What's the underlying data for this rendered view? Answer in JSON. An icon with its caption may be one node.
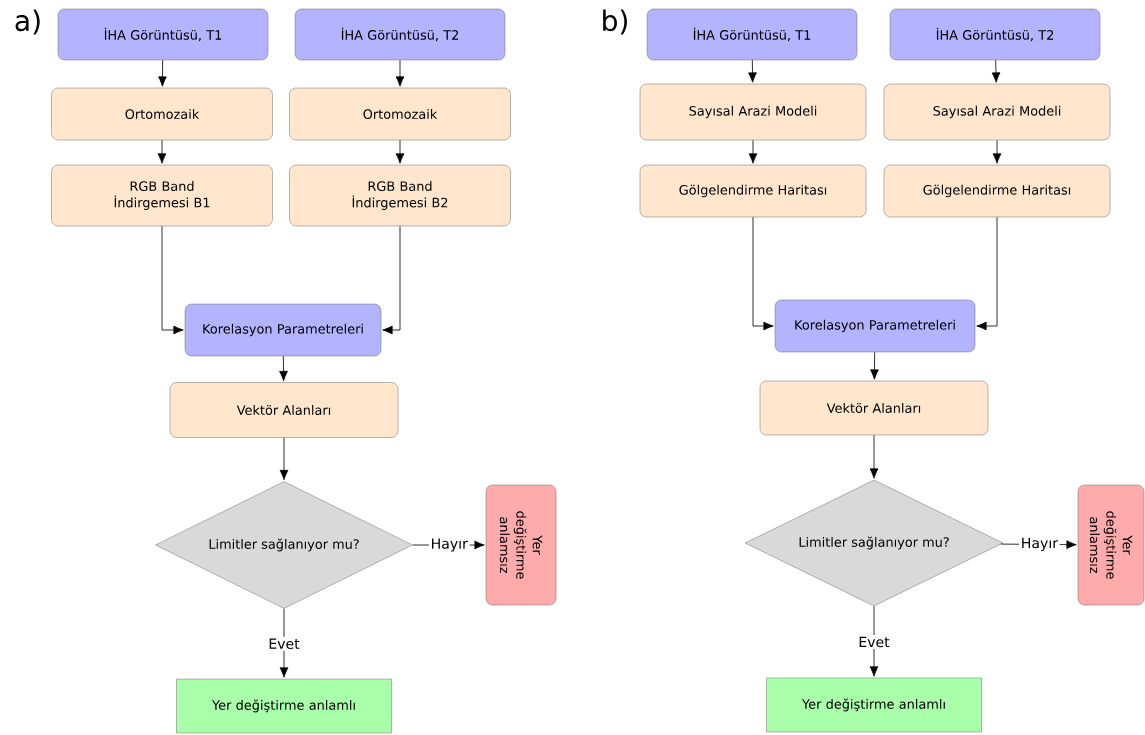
{
  "diagram": {
    "nodes": [
      {
        "text": [
          "İHA Görüntüsü, T1"
        ]
      },
      {
        "text": [
          "İHA Görüntüsü, T2"
        ]
      },
      {
        "text": [
          "Ortomozaik"
        ]
      },
      {
        "text": [
          "Ortomozaik"
        ]
      },
      {
        "text": [
          "RGB Band İndirgemesi B1"
        ]
      },
      {
        "text": [
          "RGB Band İndirgemesi B2"
        ]
      },
      {
        "text": [
          "Korelasyon Parametreleri"
        ]
      },
      {
        "text": [
          "Vektör Alanları"
        ]
      },
      {
        "text": [
          "Limitler sağlanıyor mu?"
        ]
      },
      {
        "text": [
          "Yer değiştirme anlamsız"
        ]
      },
      {
        "text": [
          "Yer değiştirme anlamlı"
        ]
      },
      {
        "text": [
          "İHA Görüntüsü, T1"
        ]
      },
      {
        "text": [
          "İHA Görüntüsü, T2"
        ]
      },
      {
        "text": [
          "Sayısal Arazi Modeli"
        ]
      },
      {
        "text": [
          "Sayısal Arazi Modeli"
        ]
      },
      {
        "text": [
          "Gölgelendirme Haritası"
        ]
      },
      {
        "text": [
          "Gölgelendirme Haritası"
        ]
      },
      {
        "text": [
          "Korelasyon Parametreleri"
        ]
      },
      {
        "text": [
          "Vektör Alanları"
        ]
      },
      {
        "text": [
          "Limitler sağlanıyor mu?"
        ]
      },
      {
        "text": [
          "Yer değiştirme anlamsız"
        ]
      },
      {
        "text": [
          "Yer değiştirme anlamlı"
        ]
      }
    ],
    "edges": [
      {
        "from": 0,
        "to": 2,
        "arrow": "to"
      },
      {
        "from": 1,
        "to": 3,
        "arrow": "to"
      },
      {
        "from": 2,
        "to": 4,
        "arrow": "to"
      },
      {
        "from": 3,
        "to": 5,
        "arrow": "to"
      },
      {
        "from": 4,
        "to": 6,
        "arrow": "to"
      },
      {
        "from": 5,
        "to": 6,
        "arrow": "to"
      },
      {
        "from": 6,
        "to": 7,
        "arrow": "to"
      },
      {
        "from": 7,
        "to": 8,
        "arrow": "to"
      },
      {
        "from": 8,
        "to": 9,
        "arrow": "to",
        "label": "Hayır"
      },
      {
        "from": 8,
        "to": 10,
        "arrow": "to",
        "label": "Evet"
      },
      {
        "from": 11,
        "to": 13,
        "arrow": "to"
      },
      {
        "from": 12,
        "to": 14,
        "arrow": "to"
      },
      {
        "from": 13,
        "to": 15,
        "arrow": "to"
      },
      {
        "from": 14,
        "to": 16,
        "arrow": "to"
      },
      {
        "from": 15,
        "to": 17,
        "arrow": "to"
      },
      {
        "from": 16,
        "to": 17,
        "arrow": "to"
      },
      {
        "from": 17,
        "to": 18,
        "arrow": "to"
      },
      {
        "from": 18,
        "to": 19,
        "arrow": "to"
      },
      {
        "from": 19,
        "to": 20,
        "arrow": "to",
        "label": "Hayır"
      },
      {
        "from": 19,
        "to": 21,
        "arrow": "to",
        "label": "Evet"
      }
    ],
    "labels": [
      "a)",
      "b)"
    ]
  }
}
